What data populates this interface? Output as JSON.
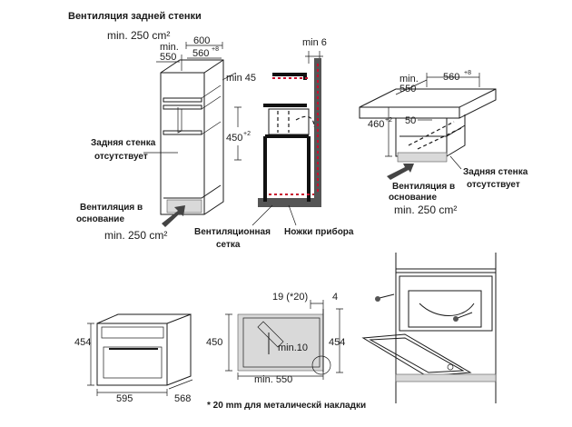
{
  "top_left": {
    "ventilation_back_wall": "Вентиляция задней стенки",
    "min_250_top": "min. 250 cm²",
    "dim_600": "600",
    "dim_min": "min.",
    "dim_550": "550",
    "dim_560": "560",
    "dim_560_tol": "+8",
    "min_45": "min 45",
    "dim_450": "450",
    "dim_450_tol": "+2",
    "back_wall_absent_1": "Задняя стенка",
    "back_wall_absent_2": "отсутствует",
    "vent_base_1": "Вентиляция в",
    "vent_base_2": "основание",
    "min_250_bottom": "min. 250 cm²"
  },
  "top_middle": {
    "min_6": "min 6",
    "vent_grille_1": "Вентиляционная",
    "vent_grille_2": "сетка",
    "appliance_feet": "Ножки прибора"
  },
  "top_right": {
    "dim_min": "min.",
    "dim_550": "550",
    "dim_560": "560",
    "dim_560_tol": "+8",
    "dim_460": "460",
    "dim_460_tol": "+2",
    "dim_50": "50",
    "back_wall_absent_1": "Задняя стенка",
    "back_wall_absent_2": "отсутствует",
    "vent_base_1": "Вентиляция в",
    "vent_base_2": "основание",
    "min_250": "min. 250 cm²"
  },
  "bottom_left": {
    "dim_454": "454",
    "dim_595": "595",
    "dim_568": "568"
  },
  "bottom_middle": {
    "dim_19": "19 (*20)",
    "dim_4": "4",
    "dim_450": "450",
    "dim_454": "454",
    "min_10": "min.10",
    "min_550": "min. 550"
  },
  "footnote": "* 20 mm для металическй накладки"
}
